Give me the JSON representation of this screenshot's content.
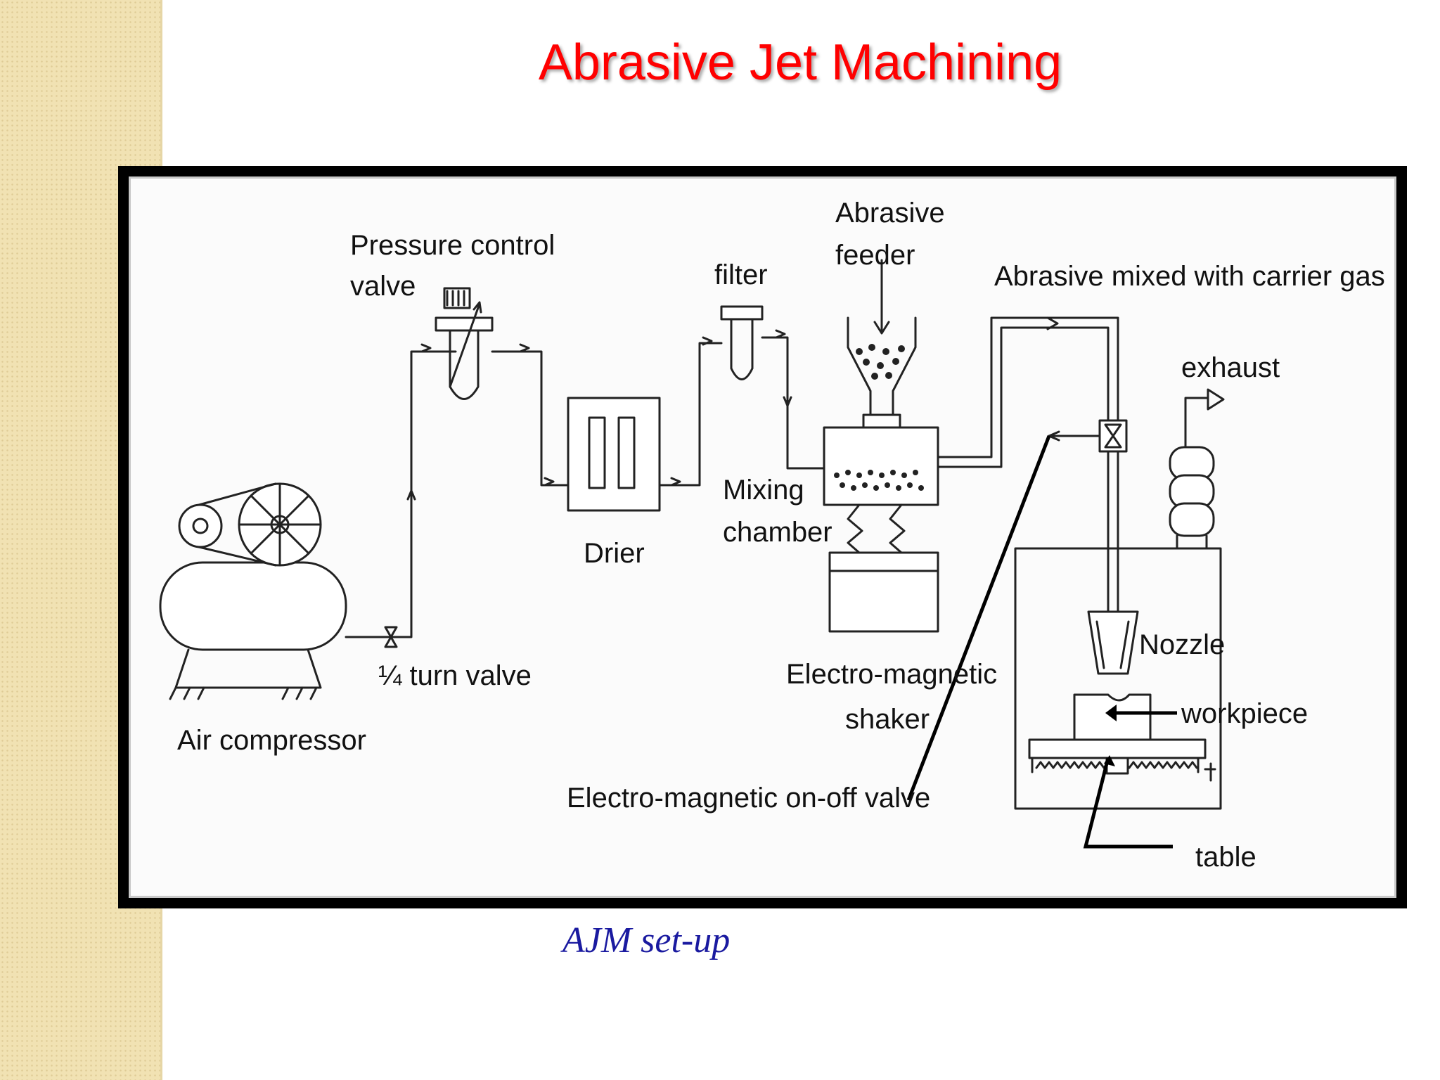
{
  "slide": {
    "title": "Abrasive Jet Machining",
    "caption": "AJM set-up",
    "title_color": "#ff0000",
    "caption_color": "#1a1aa0"
  },
  "diagram": {
    "labels": {
      "pressure_control_1": "Pressure control",
      "pressure_control_2": "valve",
      "filter": "filter",
      "abrasive_feeder_1": "Abrasive",
      "abrasive_feeder_2": "feeder",
      "abrasive_mixed": "Abrasive mixed with carrier gas",
      "exhaust": "exhaust",
      "mixing_1": "Mixing",
      "mixing_2": "chamber",
      "drier": "Drier",
      "nozzle": "Nozzle",
      "workpiece": "workpiece",
      "turn_valve": "¼ turn valve",
      "em_shaker_1": "Electro-magnetic",
      "em_shaker_2": "shaker",
      "air_compressor": "Air compressor",
      "em_valve": "Electro-magnetic on-off valve",
      "table": "table"
    }
  }
}
